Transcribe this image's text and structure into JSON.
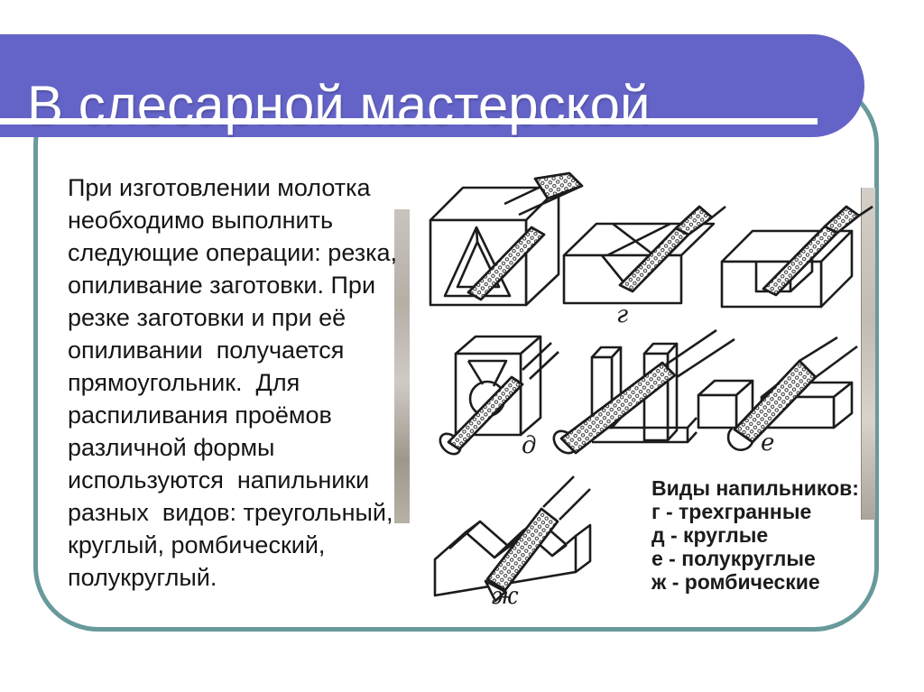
{
  "slide": {
    "title": "В слесарной мастерской"
  },
  "colors": {
    "banner_purple": "#6464c8",
    "frame_teal": "#68999b",
    "ink": "#1c1c1c"
  },
  "main": {
    "paragraph_lines": [
      "При изготовлении молотка",
      "необходимо выполнить",
      "следующие операции: резка,",
      "опиливание заготовки. При",
      "резке заготовки и при её",
      "опиливании  получается",
      "прямоугольник.  Для",
      "распиливания проёмов",
      "различной формы",
      "используются  напильники",
      "разных  видов: треугольный,",
      "круглый, ромбический,",
      "полукруглый."
    ]
  },
  "figure": {
    "part_labels": {
      "g": "г",
      "d": "д",
      "e": "е",
      "zh": "ж"
    },
    "caption": {
      "title": "Виды напильников:",
      "items": [
        "г - трехгранные",
        "д - круглые",
        "е - полукруглые",
        "ж - ромбические"
      ]
    }
  }
}
